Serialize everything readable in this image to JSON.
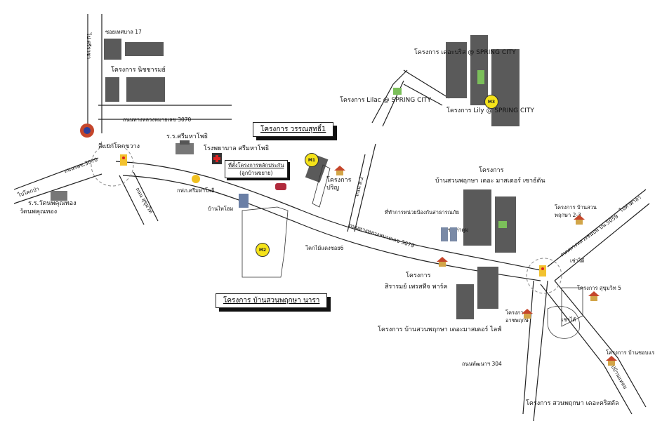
{
  "roads": {
    "soi_17": "ซอยเทศบาล 17",
    "hw3070": "ถนนทางหลวงหมายเลข 3070",
    "rd_left": "ถนนรพช.3070",
    "rd_sukhumvit_left": "ถนน สุขุมวิท",
    "rd_north": "ไป ศรีราชา",
    "rd_west": "ไปโคกป่า",
    "hw3079": "ถนนทางหลวงหมายเลข 3079",
    "rd_small": "ถนน ส.2",
    "hw_east": "ถนนทางหลวงชนบท ปน.5059",
    "to_east": "ไปท่าศาลา",
    "local_rd": "ถนนพัฒนาฯ 304",
    "to_south": "ไปบ้านแหลม"
  },
  "places": {
    "junction": "สี่แยกโคกขวาง",
    "hospital_label": "ร.ร.ศรีมหาโพธิ",
    "hospital": "โรงพยาบาล ศรีมหาโพธิ",
    "school": "ร.ร.วัดนพคุณทอง",
    "temple": "วัดนพคุณทอง",
    "office": "กฟภ.ศรีมหาโพธิ",
    "homepro": "บ้านไทโฮม",
    "rescue": "ที่ทำการหน่วยป้องกันสาธารณภัย",
    "police": "ชุมชนท่าตูม",
    "soi6": "โคกไม้แดงซอย6",
    "sales_office": "ที่ตั้งโครงการหลักประกัน",
    "sales_office_sub": "(ลูกบ้านขยาย)"
  },
  "projects": {
    "nicharam": "โครงการ นิชชารมย์",
    "wannasut": "โครงการ วรรณสุทธิ์1",
    "dream": "โครงการ เดอะบริส @ SPRING CITY",
    "lilac": "โครงการ Lilac @ SPRING CITY",
    "lily": "โครงการ Lily @ SPRING CITY",
    "pirin": "โครงการ ปริญ",
    "garden_a": "โครงการ",
    "garden_b": "บ้านสวนพฤกษา เดอะ มาสเตอร์ เซาธ์ตัน",
    "sirarom_a": "โครงการ",
    "sirarom_b": "สิรารมย์ เพรสทีจ พาร์ค",
    "narasa": "โครงการ บ้านสวนพฤกษา นารา",
    "masterlife": "โครงการ บ้านสวนพฤกษา เดอะมาสเตอร์ ไลฟ์",
    "acha": "โครงการ อาชพฤกษ์",
    "acha2": "โครงการ บ้านสวนพฤกษา 2-3",
    "sukhumvit": "โครงการ สุขุมวิท 5",
    "chodpeng": "โครงการ บ้านชอบแร",
    "suanpruksa": "โครงการ สวนพฤกษา เดอะคริสตัล"
  },
  "markers": [
    "M1",
    "M2",
    "M3"
  ],
  "other": {
    "rent1": "เช่าได้",
    "rent2": "เช่าได้"
  },
  "colors": {
    "road": "#222222",
    "block": "#555555",
    "green": "#7bbf5a",
    "marker": "#f5e31a",
    "house": "#c5462b"
  }
}
